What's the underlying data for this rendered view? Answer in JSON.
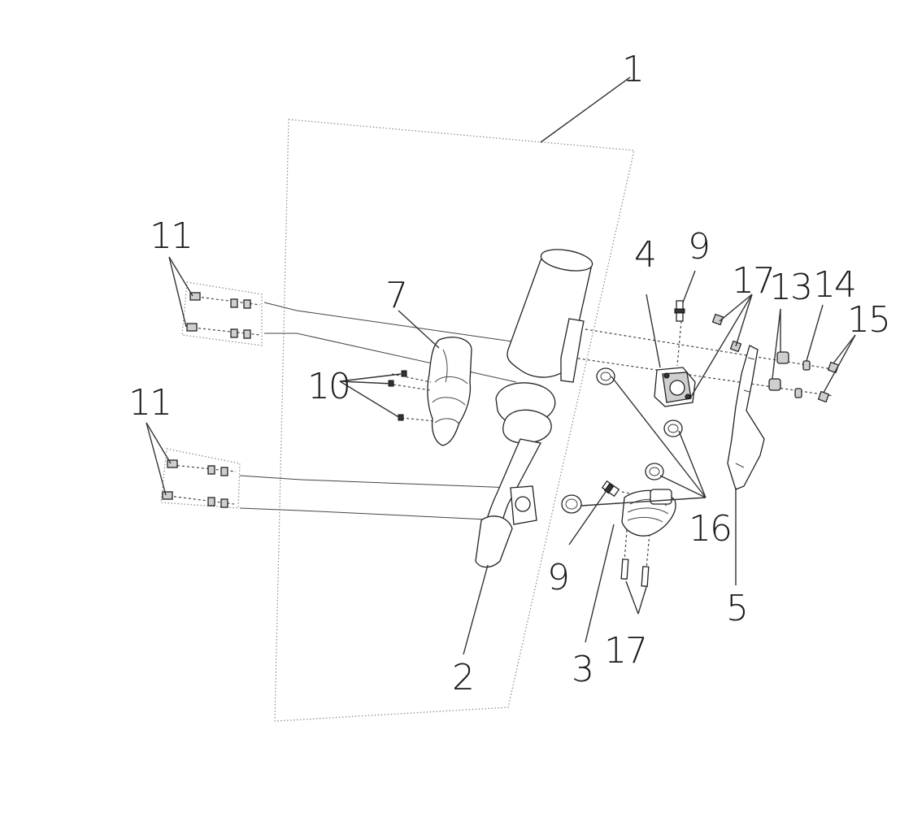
{
  "callouts": {
    "n1": "1",
    "n2": "2",
    "n3": "3",
    "n4": "4",
    "n5": "5",
    "n7": "7",
    "n9a": "9",
    "n9b": "9",
    "n10": "10",
    "n11a": "11",
    "n11b": "11",
    "n13": "13",
    "n14": "14",
    "n15": "15",
    "n16": "16",
    "n17a": "17",
    "n17b": "17"
  }
}
